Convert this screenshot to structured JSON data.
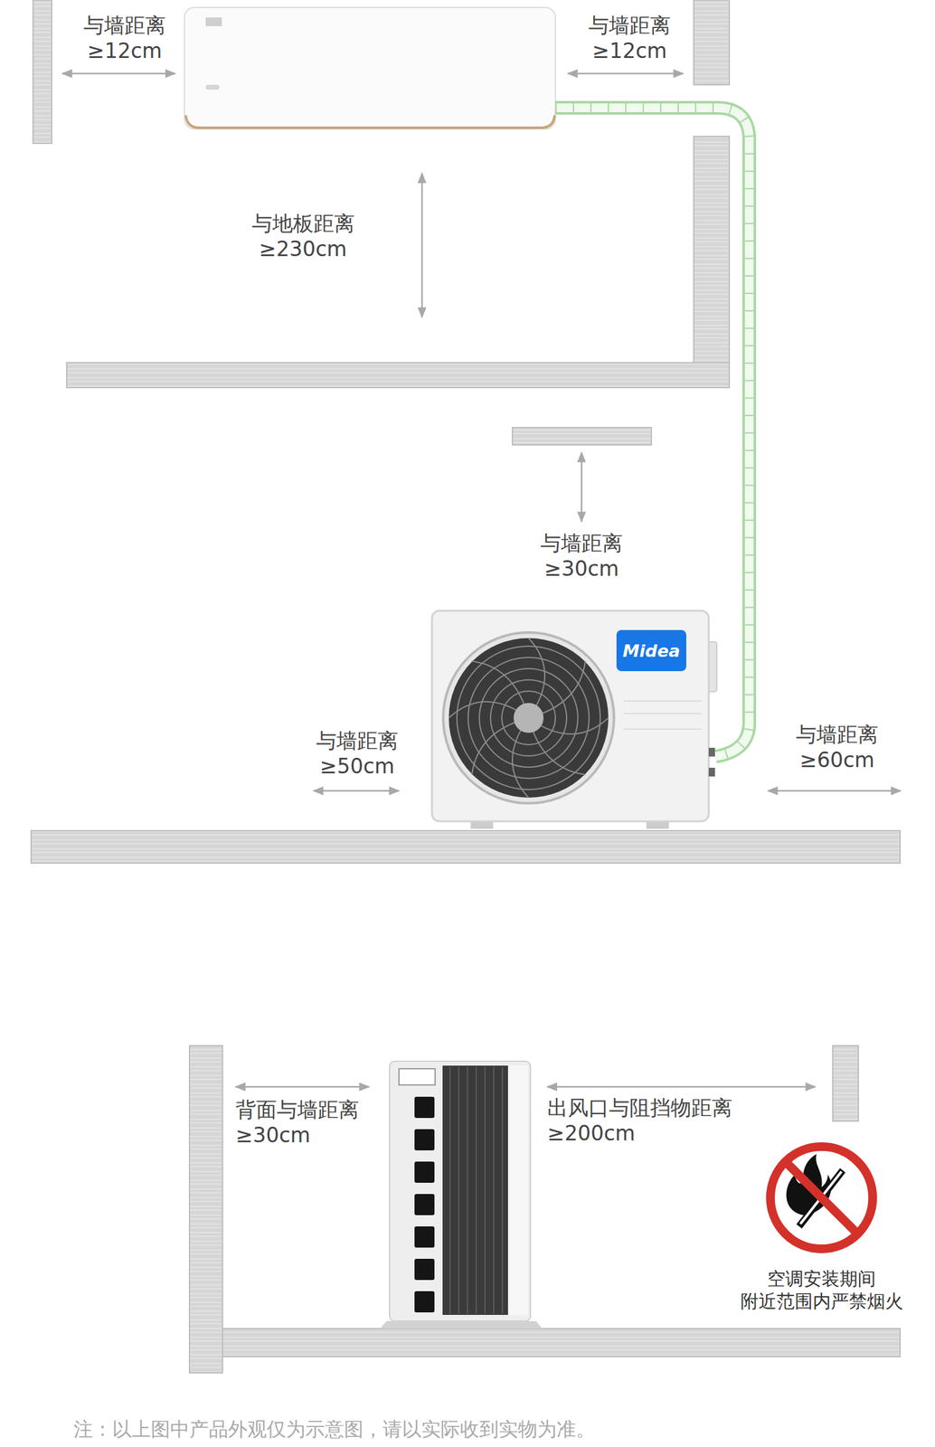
{
  "diagram": {
    "nodes": [
      {
        "text": [
          "Midea"
        ]
      }
    ],
    "labels": [
      "与墙距离 ≥12cm",
      "与墙距离 ≥12cm",
      "与地板距离 ≥230cm",
      "与墙距离 ≥30cm",
      "与墙距离 ≥50cm",
      "与墙距离 ≥60cm",
      "背面与墙距离 ≥30cm",
      "出风口与阻挡物距离 ≥200cm",
      "空调安装期间 附近范围内严禁烟火",
      "注：以上图中产品外观仅为示意图，请以实际收到实物为准。"
    ]
  }
}
